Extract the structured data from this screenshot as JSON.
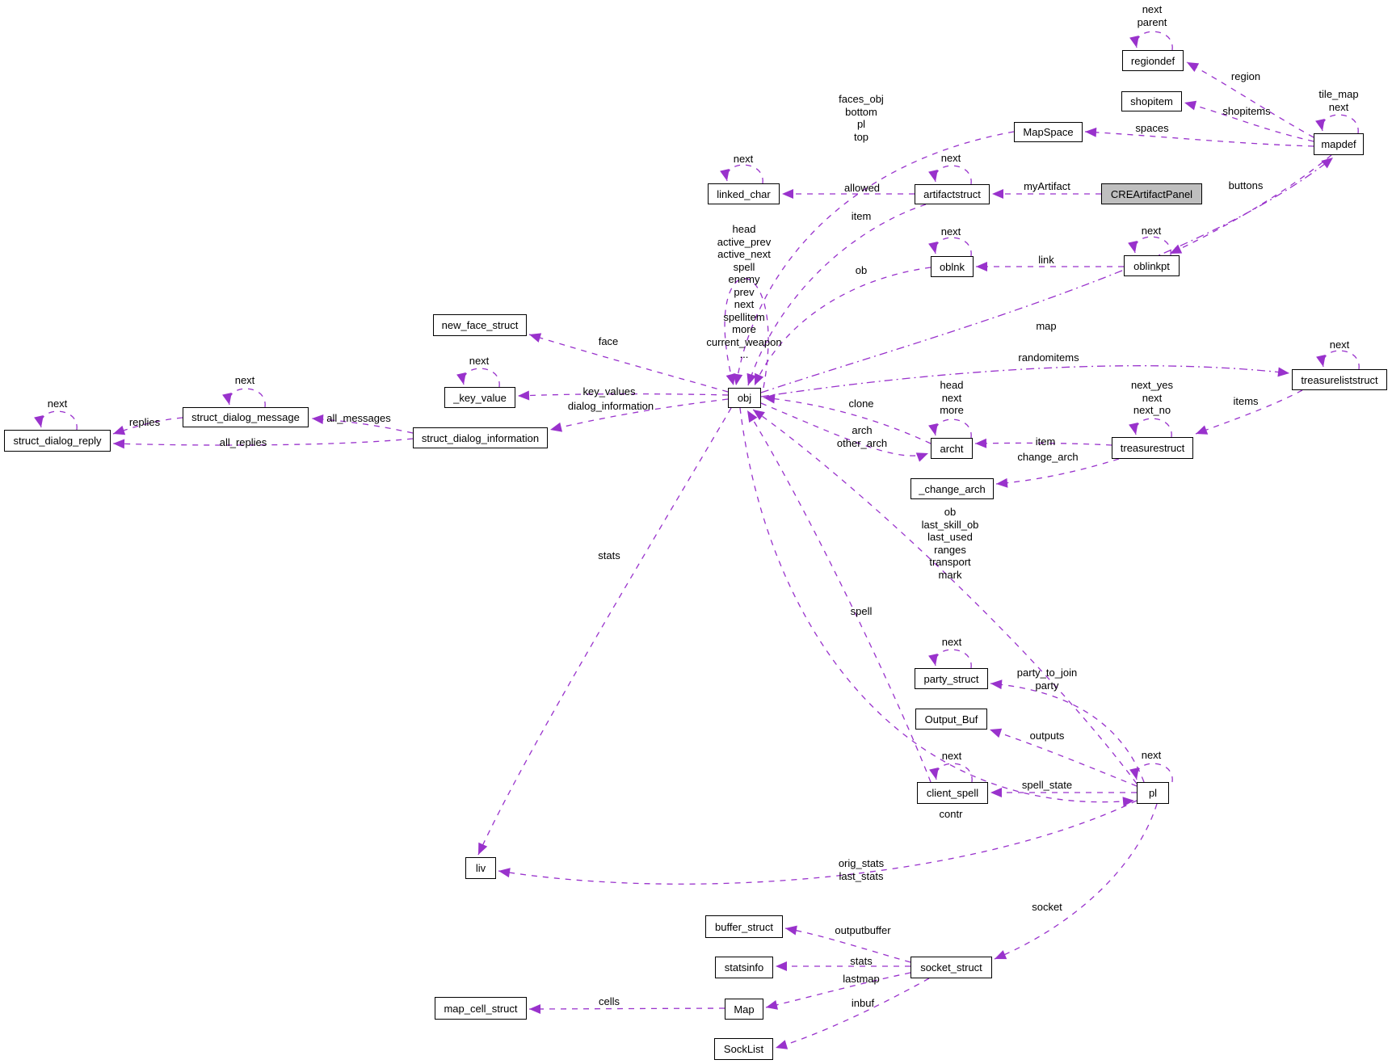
{
  "diagram": {
    "kind": "collaboration-graph",
    "highlighted_node": "CREArtifactPanel"
  },
  "colors": {
    "edge": "#9932CC",
    "node_background": "#FFFFFF",
    "node_border": "#000000",
    "highlight_background": "#BFBFBF"
  },
  "nodes": {
    "regiondef": {
      "label": "regiondef"
    },
    "shopitem": {
      "label": "shopitem"
    },
    "MapSpace": {
      "label": "MapSpace"
    },
    "mapdef": {
      "label": "mapdef"
    },
    "linked_char": {
      "label": "linked_char"
    },
    "artifactstruct": {
      "label": "artifactstruct"
    },
    "CREArtifactPanel": {
      "label": "CREArtifactPanel"
    },
    "oblnk": {
      "label": "oblnk"
    },
    "oblinkpt": {
      "label": "oblinkpt"
    },
    "new_face_struct": {
      "label": "new_face_struct"
    },
    "_key_value": {
      "label": "_key_value"
    },
    "obj": {
      "label": "obj"
    },
    "struct_dialog_message": {
      "label": "struct_dialog_message"
    },
    "struct_dialog_reply": {
      "label": "struct_dialog_reply"
    },
    "struct_dialog_information": {
      "label": "struct_dialog_information"
    },
    "archt": {
      "label": "archt"
    },
    "treasurestruct": {
      "label": "treasurestruct"
    },
    "treasureliststruct": {
      "label": "treasureliststruct"
    },
    "_change_arch": {
      "label": "_change_arch"
    },
    "party_struct": {
      "label": "party_struct"
    },
    "Output_Buf": {
      "label": "Output_Buf"
    },
    "client_spell": {
      "label": "client_spell"
    },
    "pl": {
      "label": "pl"
    },
    "liv": {
      "label": "liv"
    },
    "buffer_struct": {
      "label": "buffer_struct"
    },
    "statsinfo": {
      "label": "statsinfo"
    },
    "socket_struct": {
      "label": "socket_struct"
    },
    "Map": {
      "label": "Map"
    },
    "map_cell_struct": {
      "label": "map_cell_struct"
    },
    "SockList": {
      "label": "SockList"
    }
  },
  "edge_labels": {
    "regiondef_self": {
      "text": "next\nparent"
    },
    "region": {
      "text": "region"
    },
    "mapdef_self": {
      "text": "tile_map\nnext"
    },
    "shopitems": {
      "text": "shopitems"
    },
    "spaces": {
      "text": "spaces"
    },
    "mapspace_obj": {
      "text": "faces_obj\nbottom\npl\ntop"
    },
    "linked_char_self": {
      "text": "next"
    },
    "allowed": {
      "text": "allowed"
    },
    "artifactstruct_self": {
      "text": "next"
    },
    "myArtifact": {
      "text": "myArtifact"
    },
    "item_artifact": {
      "text": "item"
    },
    "oblnk_self": {
      "text": "next"
    },
    "ob": {
      "text": "ob"
    },
    "link": {
      "text": "link"
    },
    "oblinkpt_self": {
      "text": "next"
    },
    "buttons": {
      "text": "buttons"
    },
    "obj_self": {
      "text": "head\nactive_prev\nactive_next\nspell\nenemy\nprev\nnext\nspellitem\nmore\ncurrent_weapon\n..."
    },
    "face": {
      "text": "face"
    },
    "key_value_self": {
      "text": "next"
    },
    "key_values": {
      "text": "key_values"
    },
    "dialog_information": {
      "text": "dialog_information"
    },
    "message_self": {
      "text": "next"
    },
    "reply_self": {
      "text": "next"
    },
    "replies": {
      "text": "replies"
    },
    "all_messages": {
      "text": "all_messages"
    },
    "all_replies": {
      "text": "all_replies"
    },
    "map": {
      "text": "map"
    },
    "randomitems": {
      "text": "randomitems"
    },
    "treasureliststruct_self": {
      "text": "next"
    },
    "archt_self": {
      "text": "head\nnext\nmore"
    },
    "clone": {
      "text": "clone"
    },
    "arch_other_arch": {
      "text": "arch\nother_arch"
    },
    "treasurestruct_self": {
      "text": "next_yes\nnext\nnext_no"
    },
    "items": {
      "text": "items"
    },
    "item_treasure": {
      "text": "item"
    },
    "change_arch": {
      "text": "change_arch"
    },
    "pl_obj": {
      "text": "ob\nlast_skill_ob\nlast_used\nranges\ntransport\nmark"
    },
    "stats_liv": {
      "text": "stats"
    },
    "spell": {
      "text": "spell"
    },
    "party_self": {
      "text": "next"
    },
    "party": {
      "text": "party_to_join\nparty"
    },
    "outputs": {
      "text": "outputs"
    },
    "client_spell_self": {
      "text": "next"
    },
    "spell_state": {
      "text": "spell_state"
    },
    "pl_self": {
      "text": "next"
    },
    "contr": {
      "text": "contr"
    },
    "orig_stats": {
      "text": "orig_stats\nlast_stats"
    },
    "socket": {
      "text": "socket"
    },
    "outputbuffer": {
      "text": "outputbuffer"
    },
    "stats_socket": {
      "text": "stats"
    },
    "lastmap": {
      "text": "lastmap"
    },
    "cells": {
      "text": "cells"
    },
    "inbuf": {
      "text": "inbuf"
    }
  }
}
